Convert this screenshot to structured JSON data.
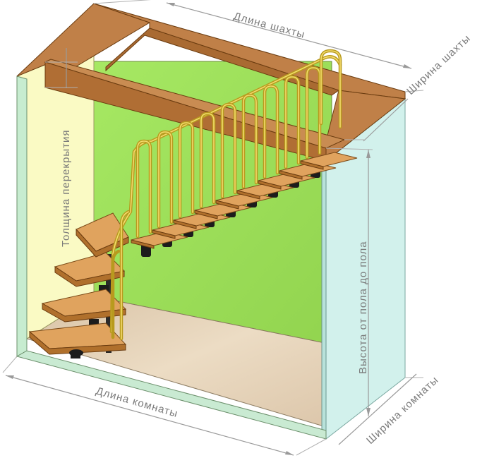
{
  "labels": {
    "shaft_length": "Длина  шахты",
    "shaft_width": "Ширина шахты",
    "slab_thickness": "Толщина перекрытия",
    "floor_to_floor": "Высота от пола до пола",
    "room_length": "Длина комнаты",
    "room_width": "Ширина комнаты"
  },
  "colors": {
    "back_wall": "#9ee05a",
    "left_wall": "#fafac4",
    "right_wall": "#d2f1ec",
    "ceiling_slab": "#c08048",
    "floor": "#e3cfb2",
    "rail": "#d4b02a",
    "tread": "#e0a35e",
    "dimension_text": "#7a7a7a"
  },
  "stair": {
    "type": "winder-stair-with-railing",
    "winder_steps": 4,
    "straight_steps": 9
  }
}
